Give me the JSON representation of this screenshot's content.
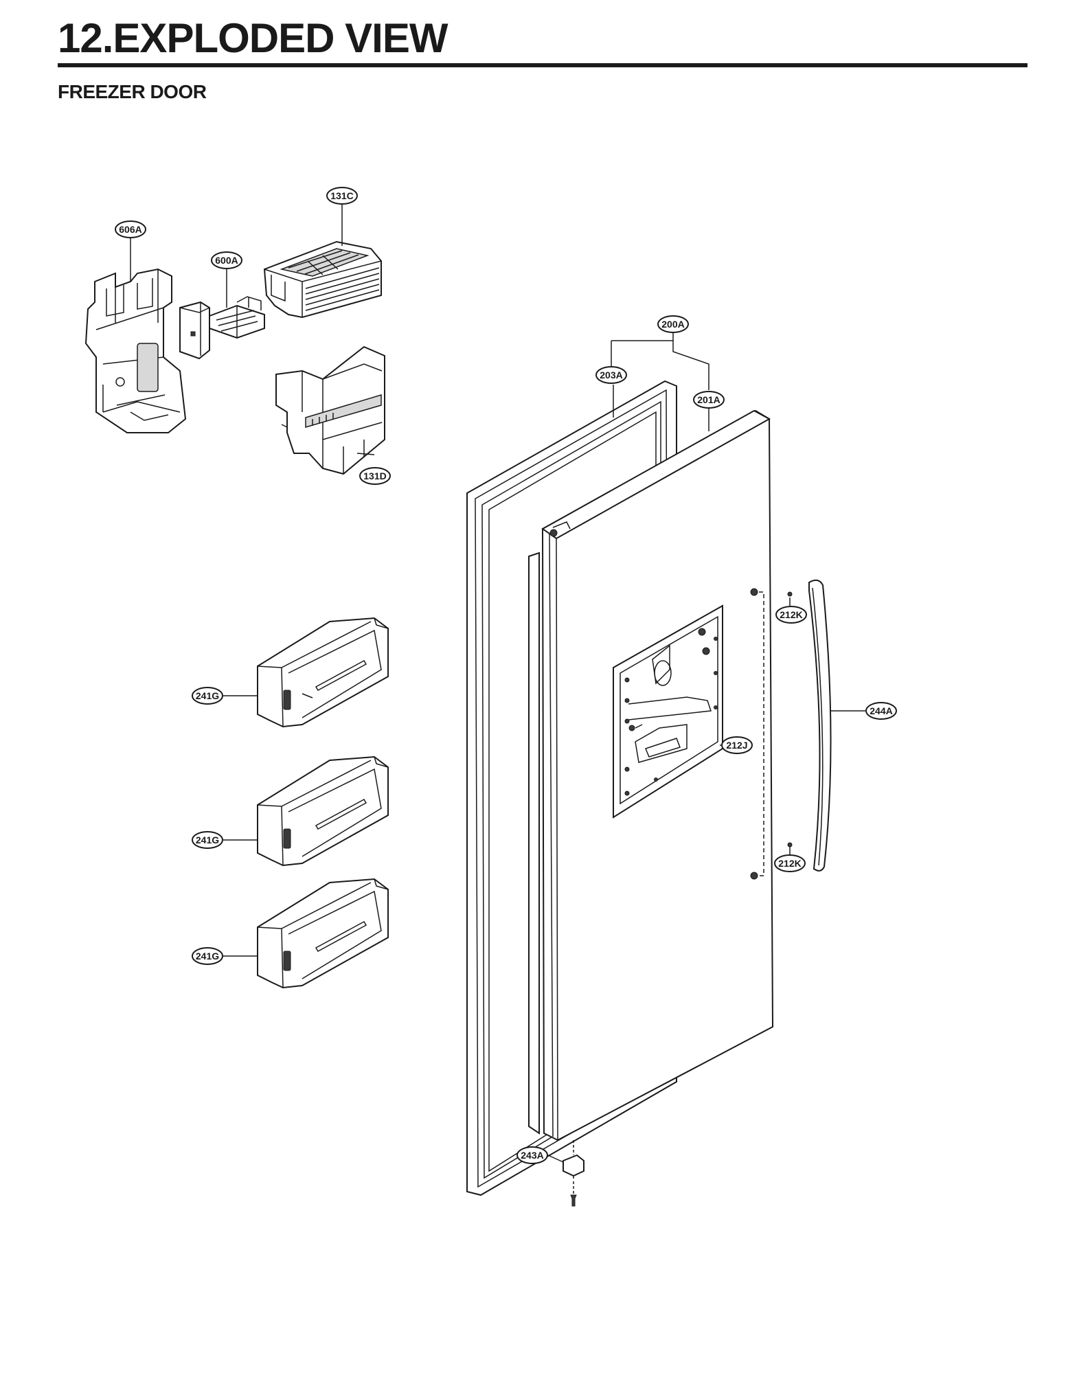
{
  "header": {
    "title": "12.EXPLODED VIEW",
    "subtitle": "FREEZER DOOR"
  },
  "callouts": {
    "c606A": "606A",
    "c600A": "600A",
    "c131C": "131C",
    "c131D": "131D",
    "c200A": "200A",
    "c203A": "203A",
    "c201A": "201A",
    "c212K_top": "212K",
    "c212K_bottom": "212K",
    "c244A": "244A",
    "c212J": "212J",
    "c241G_1": "241G",
    "c241G_2": "241G",
    "c241G_3": "241G",
    "c243A": "243A"
  }
}
